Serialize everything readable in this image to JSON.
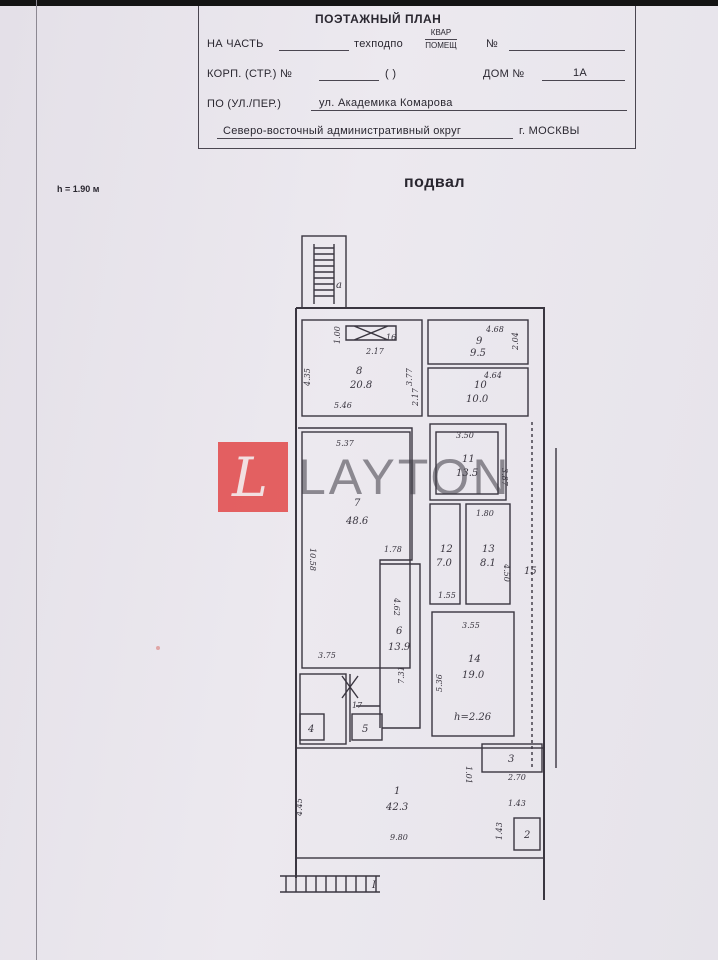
{
  "stamp": {
    "title": "ПОЭТАЖНЫЙ ПЛАН",
    "row1_label_a": "НА ЧАСТЬ",
    "row1_label_b": "техподпо",
    "row1_frac_top": "КВАР",
    "row1_frac_bottom": "ПОМЕЩ",
    "row1_label_c": "№",
    "row2_label_a": "КОРП. (СТР.) №",
    "row2_paren": "(                    )",
    "row2_label_b": "ДОМ №",
    "row2_value": "1А",
    "row3_label": "ПО (УЛ./ПЕР.)",
    "row3_value": "ул. Академика Комарова",
    "row4_value": "Северо-восточный административный округ",
    "row4_city": "г. МОСКВЫ"
  },
  "height_note": "h = 1.90 м",
  "level_title": "подвал",
  "watermark": {
    "letter": "L",
    "brand": "LAYTON"
  },
  "plan": {
    "stair_mark": "а",
    "rooms": [
      {
        "no": "1",
        "area": "42.3"
      },
      {
        "no": "2",
        "area": ""
      },
      {
        "no": "3",
        "area": ""
      },
      {
        "no": "4",
        "area": ""
      },
      {
        "no": "5",
        "area": ""
      },
      {
        "no": "6",
        "area": "13.9"
      },
      {
        "no": "7",
        "area": "48.6"
      },
      {
        "no": "8",
        "area": "20.8"
      },
      {
        "no": "9",
        "area": "9.5"
      },
      {
        "no": "10",
        "area": "10.0"
      },
      {
        "no": "11",
        "area": "13.5"
      },
      {
        "no": "12",
        "area": "7.0"
      },
      {
        "no": "13",
        "area": "8.1"
      },
      {
        "no": "14",
        "area": "19.0"
      },
      {
        "no": "15",
        "area": ""
      }
    ],
    "dims": [
      "1.00",
      "2.17",
      "4.35",
      "5.46",
      "3.77",
      "4.68",
      "2.04",
      "4.64",
      "2.17",
      "5.37",
      "3.50",
      "3.87",
      "1.80",
      "1.78",
      "10.58",
      "4.62",
      "4.50",
      "1.55",
      "3.75",
      "3.55",
      "7.31",
      "5.36",
      "1.01",
      "2.70",
      "4.45",
      "1.43",
      "9.80",
      "1.43"
    ],
    "room14_height": "h=2.26",
    "entrance_mark": "I",
    "vent_mark": "16",
    "vent_mark2": "17"
  }
}
